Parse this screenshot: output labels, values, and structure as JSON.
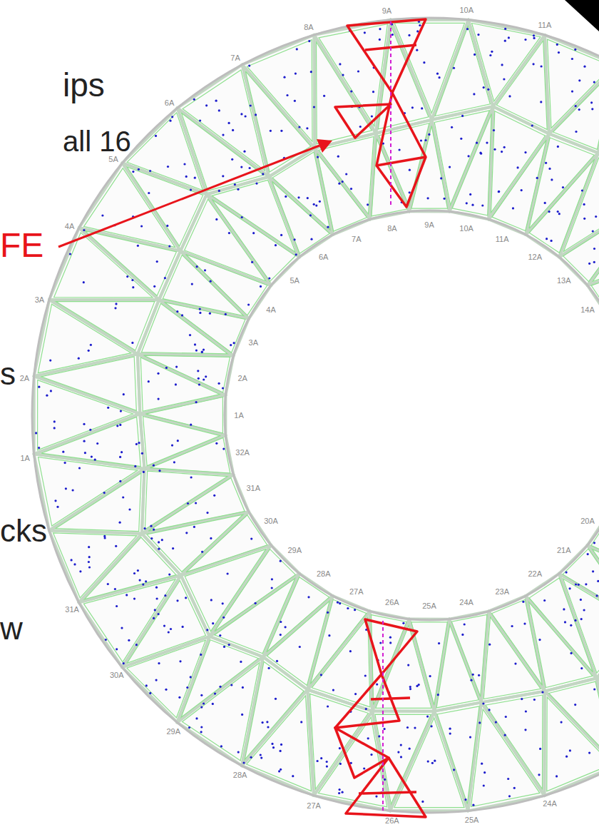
{
  "diagram": {
    "labels": [
      "ips",
      "all 16",
      "FE",
      "s",
      "cks",
      "w",
      "8A",
      "9A",
      "10A",
      "11A",
      "7A",
      "6A",
      "5A",
      "4A",
      "3A",
      "2A",
      "1A",
      "31A",
      "30A",
      "29A",
      "28A",
      "27A",
      "26A",
      "25A",
      "24A",
      "8A",
      "9A",
      "10A",
      "11A",
      "12A",
      "13A",
      "14A",
      "7A",
      "6A",
      "5A",
      "4A",
      "3A",
      "2A",
      "1A",
      "32A",
      "31A",
      "30A",
      "29A",
      "28A",
      "27A",
      "26A",
      "25A",
      "24A",
      "23A",
      "22A",
      "21A",
      "20A"
    ]
  }
}
